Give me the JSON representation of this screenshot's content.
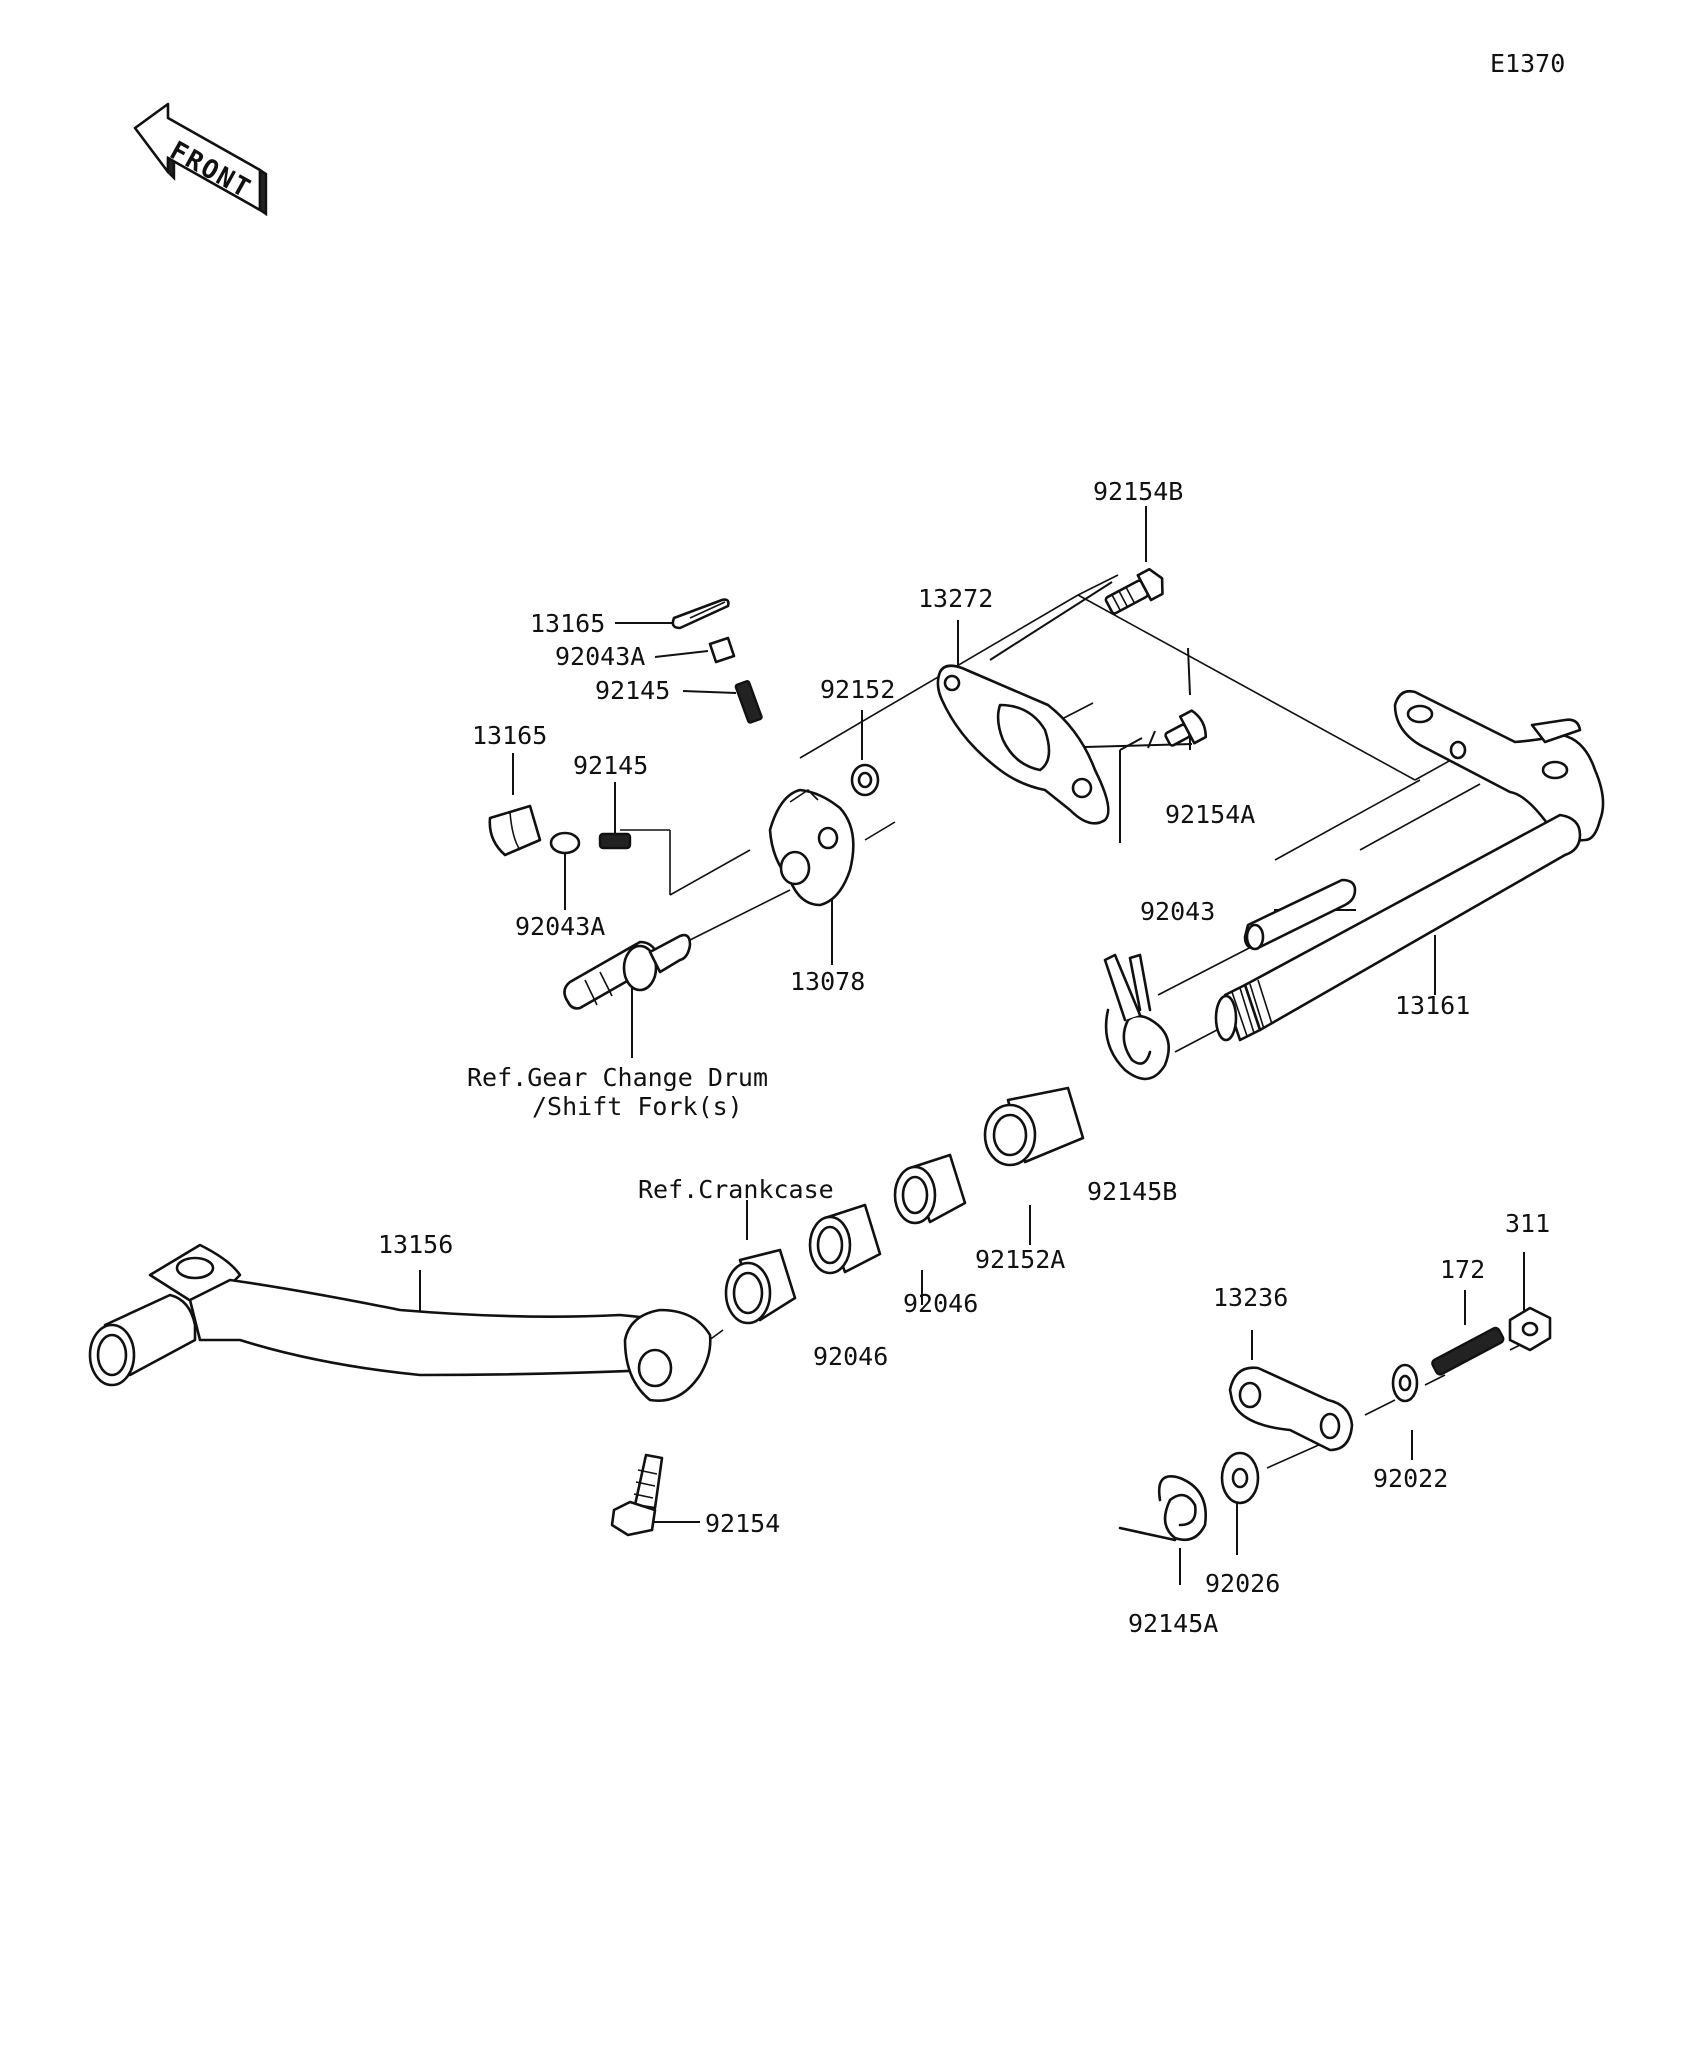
{
  "diagram_code": "E1370",
  "front_arrow_text": "FRONT",
  "labels": {
    "p92154B": "92154B",
    "p13272": "13272",
    "p13165_top": "13165",
    "p92043A_top": "92043A",
    "p92145_top": "92145",
    "p92152": "92152",
    "p13165_left": "13165",
    "p92145_left": "92145",
    "p92154A": "92154A",
    "p92043A_left": "92043A",
    "p92043": "92043",
    "p13078": "13078",
    "p13161": "13161",
    "ref_gear_line1": "Ref.Gear Change Drum",
    "ref_gear_line2": "/Shift Fork(s)",
    "p92145B": "92145B",
    "ref_crankcase": "Ref.Crankcase",
    "p13156": "13156",
    "p92152A": "92152A",
    "p92046_right": "92046",
    "p92046_left": "92046",
    "p311": "311",
    "p172": "172",
    "p13236": "13236",
    "p92022": "92022",
    "p92154": "92154",
    "p92026": "92026",
    "p92145A": "92145A"
  }
}
